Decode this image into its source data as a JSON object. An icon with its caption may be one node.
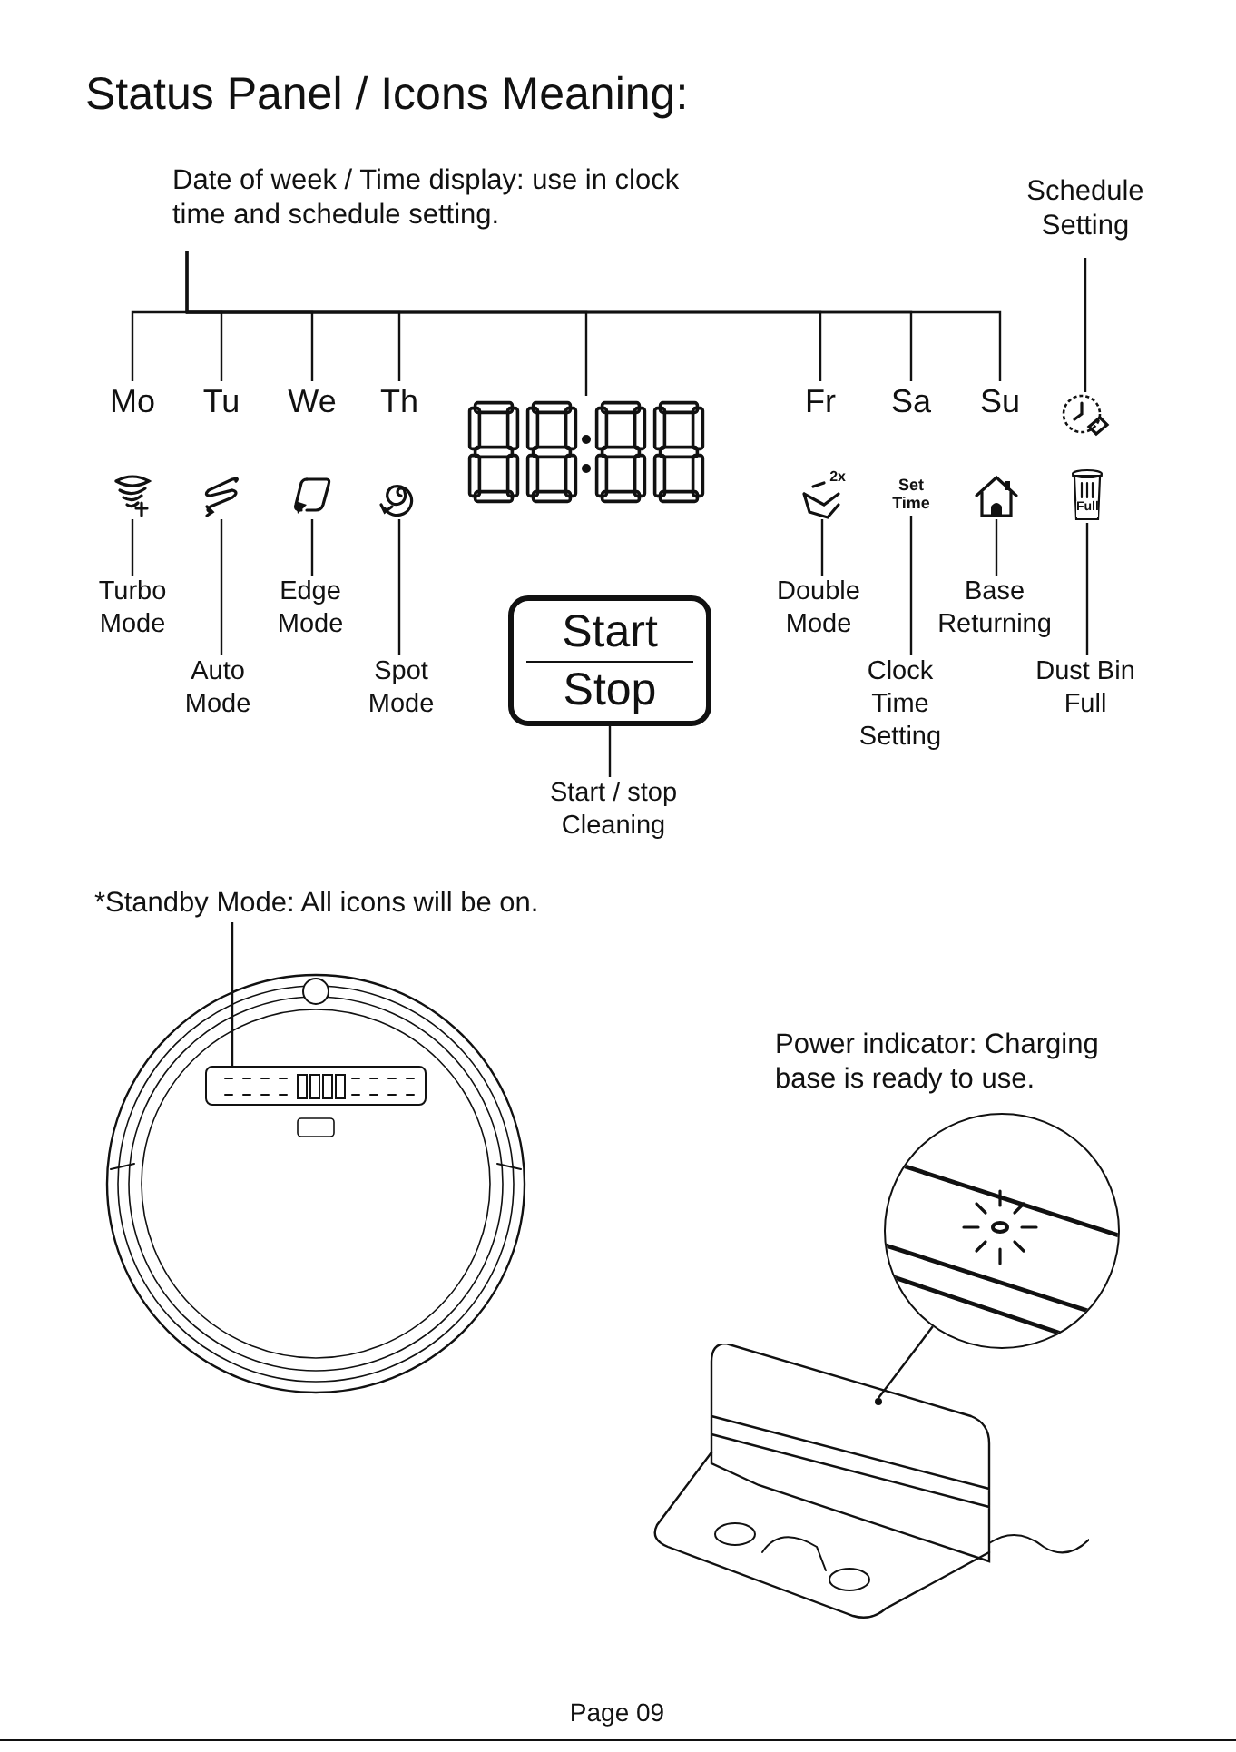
{
  "diagram": {
    "title": "Status Panel / Icons Meaning:",
    "nodes": [
      {
        "text": [
          "Date of week / Time display: use in clock time and schedule setting."
        ]
      },
      {
        "text": [
          "Mo"
        ]
      },
      {
        "text": [
          "Tu"
        ]
      },
      {
        "text": [
          "We"
        ]
      },
      {
        "text": [
          "Th"
        ]
      },
      {
        "text": [],
        "shape": "picture"
      },
      {
        "text": [
          "Fr"
        ]
      },
      {
        "text": [
          "Sa"
        ]
      },
      {
        "text": [
          "Su"
        ]
      },
      {
        "text": [
          "Schedule Setting"
        ]
      },
      {
        "text": [],
        "shape": "picture"
      },
      {
        "text": [],
        "shape": "picture"
      },
      {
        "text": [],
        "shape": "picture"
      },
      {
        "text": [],
        "shape": "picture"
      },
      {
        "text": [],
        "shape": "picture"
      },
      {
        "text": [
          "2x"
        ]
      },
      {
        "text": [
          "Set Time"
        ]
      },
      {
        "text": [],
        "shape": "picture"
      },
      {
        "text": [
          "Full"
        ]
      },
      {
        "text": [
          "Turbo Mode"
        ]
      },
      {
        "text": [
          "Auto Mode"
        ]
      },
      {
        "text": [
          "Edge Mode"
        ]
      },
      {
        "text": [
          "Spot Mode"
        ]
      },
      {
        "text": [
          "Start",
          "Stop"
        ]
      },
      {
        "text": [
          "Start / stop Cleaning"
        ]
      },
      {
        "text": [
          "Double Mode"
        ]
      },
      {
        "text": [
          "Clock Time Setting"
        ]
      },
      {
        "text": [
          "Base Returning"
        ]
      },
      {
        "text": [
          "Dust Bin Full"
        ]
      },
      {
        "text": [
          "*Standby Mode: All icons will be on."
        ]
      },
      {
        "text": [],
        "shape": "picture"
      },
      {
        "text": [],
        "shape": "picture",
        "in": 30
      },
      {
        "text": [],
        "shape": "circle",
        "beside": [
          "Power indicator: Charging base is ready to use."
        ]
      },
      {
        "text": [],
        "shape": "picture"
      },
      {
        "text": [],
        "shape": "circle",
        "in": 33
      }
    ],
    "edges": [
      {
        "from": 0,
        "to": 1,
        "arrow": "none"
      },
      {
        "from": 0,
        "to": 2,
        "arrow": "none"
      },
      {
        "from": 0,
        "to": 3,
        "arrow": "none"
      },
      {
        "from": 0,
        "to": 4,
        "arrow": "none"
      },
      {
        "from": 0,
        "to": 5,
        "arrow": "none"
      },
      {
        "from": 0,
        "to": 6,
        "arrow": "none"
      },
      {
        "from": 0,
        "to": 7,
        "arrow": "none"
      },
      {
        "from": 0,
        "to": 8,
        "arrow": "none"
      },
      {
        "from": 9,
        "to": 10,
        "arrow": "none"
      },
      {
        "from": 19,
        "to": 11,
        "arrow": "none"
      },
      {
        "from": 20,
        "to": 12,
        "arrow": "none"
      },
      {
        "from": 21,
        "to": 13,
        "arrow": "none"
      },
      {
        "from": 22,
        "to": 14,
        "arrow": "none"
      },
      {
        "from": 24,
        "to": 23,
        "arrow": "none"
      },
      {
        "from": 25,
        "to": 15,
        "arrow": "none"
      },
      {
        "from": 26,
        "to": 16,
        "arrow": "none"
      },
      {
        "from": 27,
        "to": 17,
        "arrow": "none"
      },
      {
        "from": 28,
        "to": 18,
        "arrow": "none"
      },
      {
        "from": 29,
        "to": 31,
        "arrow": "none"
      },
      {
        "from": 32,
        "to": 34,
        "arrow": "none"
      }
    ],
    "labels": [
      "Page 09"
    ]
  }
}
